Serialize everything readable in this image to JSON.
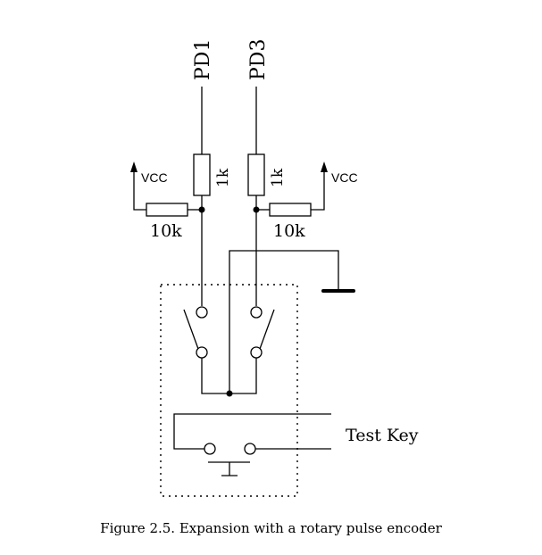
{
  "diagram": {
    "type": "circuit-schematic",
    "labels": {
      "pd1": "PD1",
      "pd3": "PD3",
      "r1_left": "1k",
      "r1_right": "1k",
      "r2_left": "10k",
      "r2_right": "10k",
      "vcc_left": "VCC",
      "vcc_right": "VCC",
      "test_key": "Test Key"
    },
    "components": [
      {
        "id": "R_pd1",
        "kind": "resistor",
        "value": "1k",
        "connects": [
          "PD1",
          "node_A"
        ]
      },
      {
        "id": "R_pd3",
        "kind": "resistor",
        "value": "1k",
        "connects": [
          "PD3",
          "node_B"
        ]
      },
      {
        "id": "R_pullup_A",
        "kind": "resistor",
        "value": "10k",
        "connects": [
          "VCC",
          "node_A"
        ]
      },
      {
        "id": "R_pullup_B",
        "kind": "resistor",
        "value": "10k",
        "connects": [
          "VCC",
          "node_B"
        ]
      },
      {
        "id": "SW_A",
        "kind": "switch",
        "connects": [
          "node_A",
          "common"
        ]
      },
      {
        "id": "SW_B",
        "kind": "switch",
        "connects": [
          "node_B",
          "common"
        ]
      },
      {
        "id": "GND",
        "kind": "ground",
        "connects": [
          "common"
        ]
      },
      {
        "id": "TestKey",
        "kind": "push-button",
        "label": "Test Key"
      }
    ]
  },
  "caption": "Figure 2.5. Expansion with a rotary pulse encoder"
}
